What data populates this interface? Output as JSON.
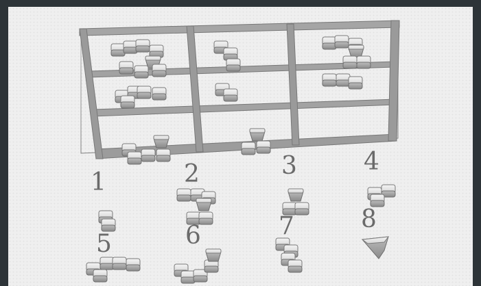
{
  "labels": {
    "n1": "1",
    "n2": "2",
    "n3": "3",
    "n4": "4",
    "n5": "5",
    "n6": "6",
    "n7": "7",
    "n8": "8"
  },
  "colors": {
    "background": "#2d3438",
    "panel": "#efefef",
    "shelf": "#9a9a9a",
    "block": "#c8c8c8"
  }
}
